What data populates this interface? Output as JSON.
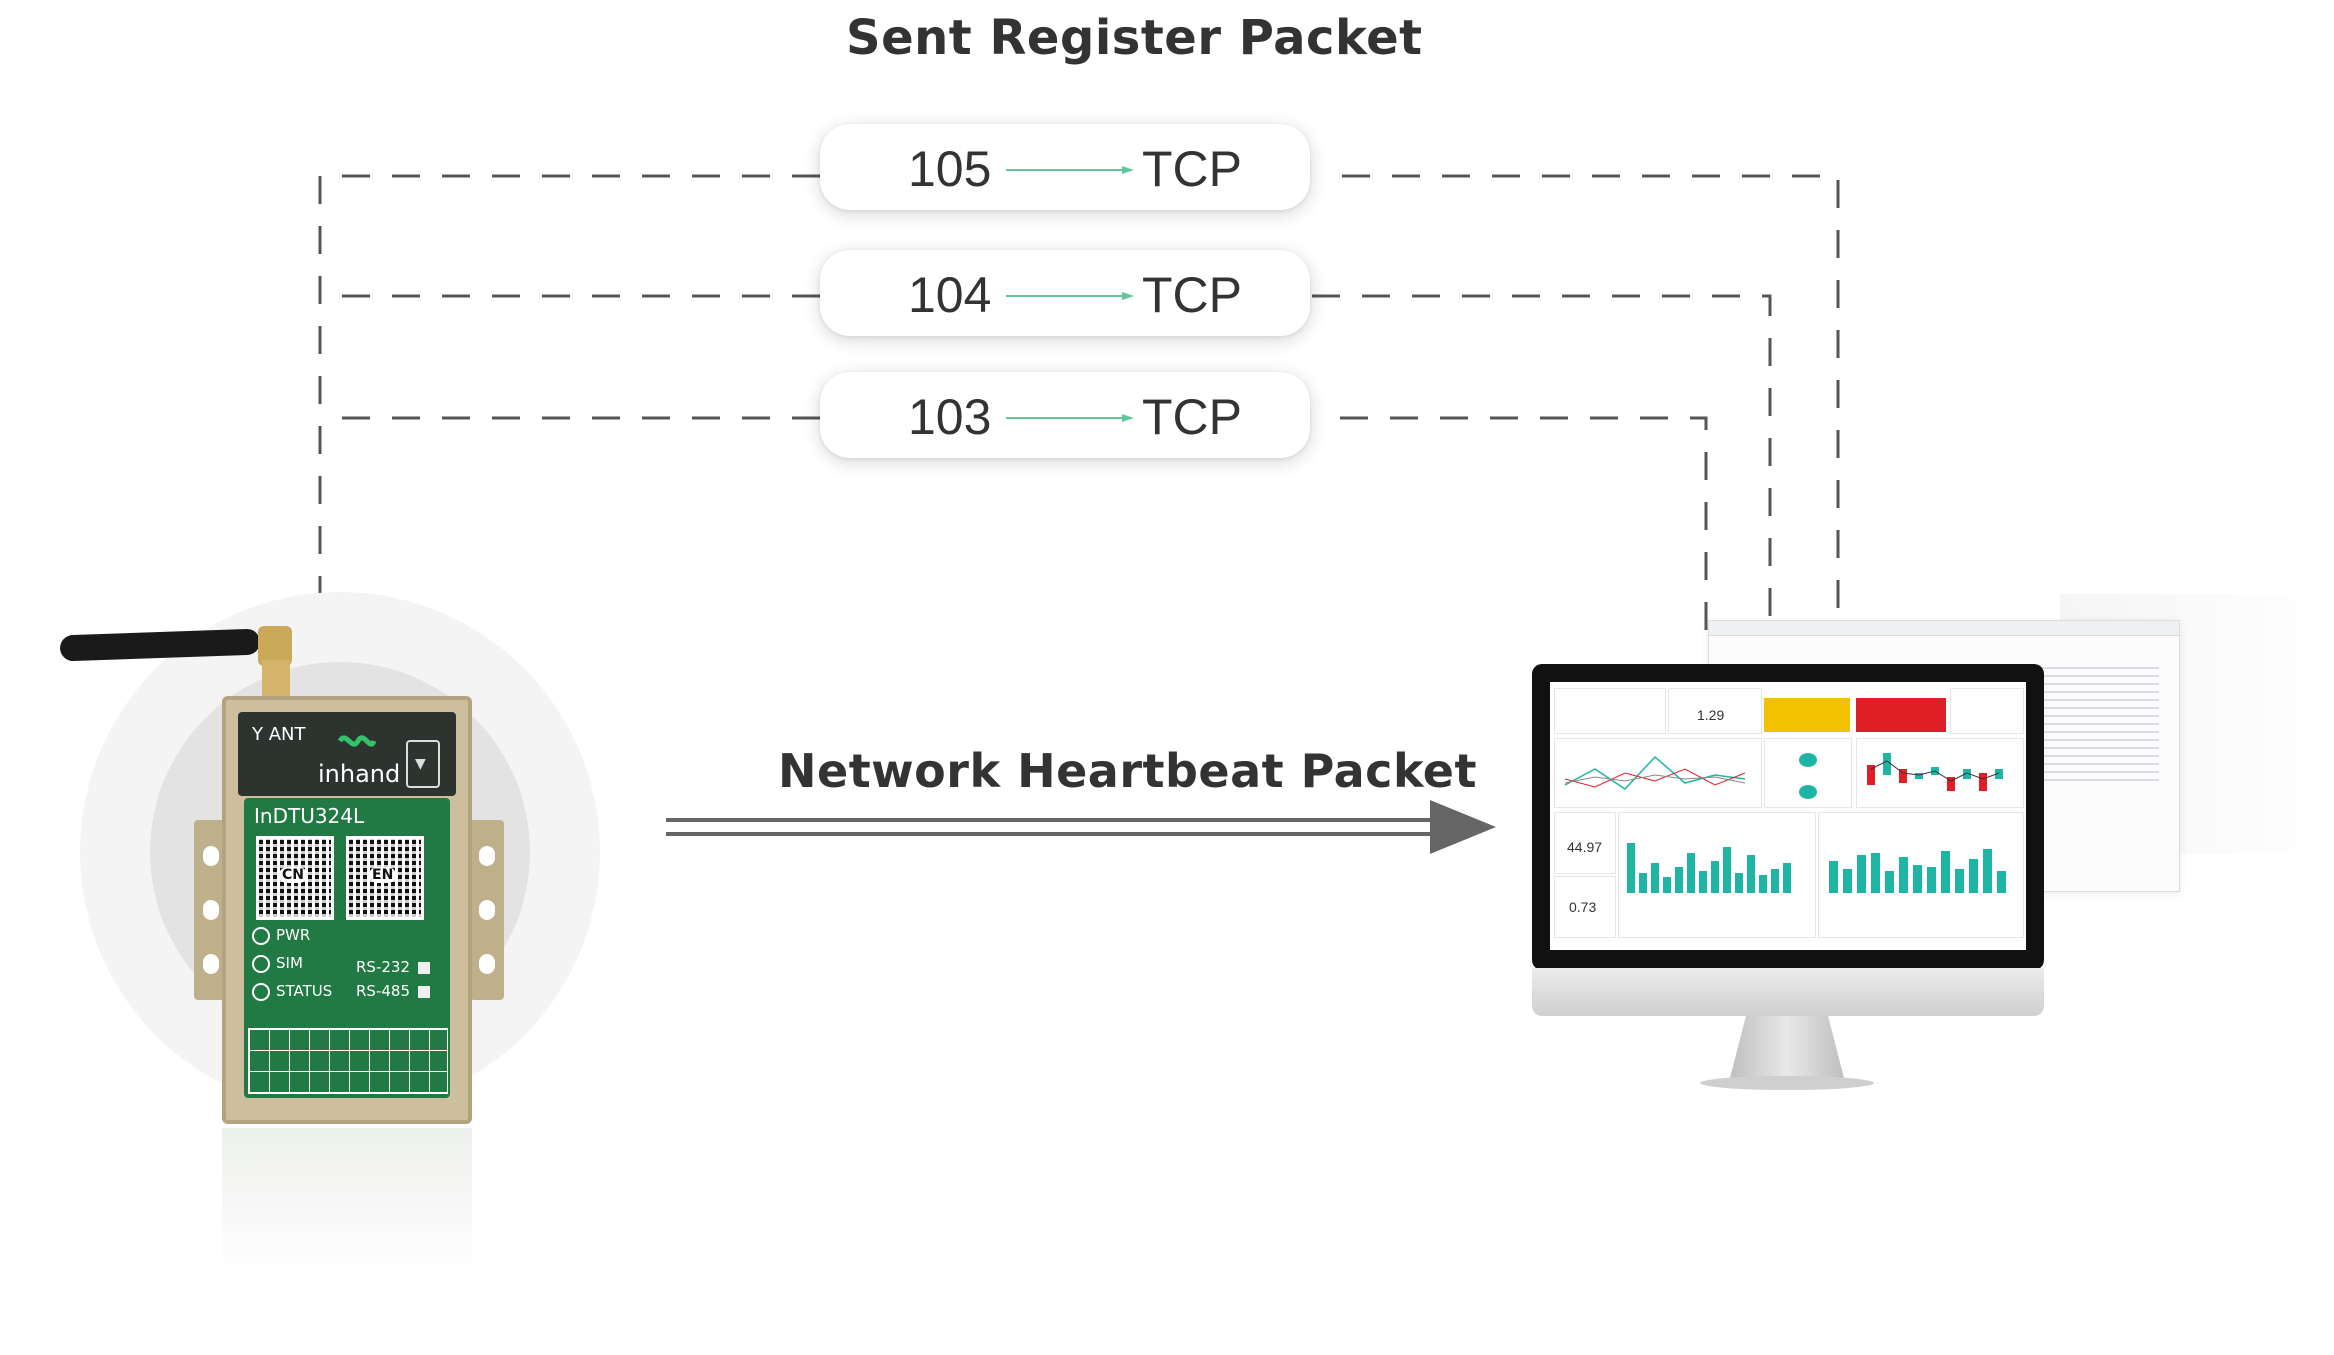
{
  "title_register": "Sent Register Packet",
  "title_heartbeat": "Network Heartbeat Packet",
  "packets": [
    {
      "id": "105",
      "protocol": "TCP"
    },
    {
      "id": "104",
      "protocol": "TCP"
    },
    {
      "id": "103",
      "protocol": "TCP"
    }
  ],
  "device": {
    "antenna_label": "ANT",
    "brand": "inhand",
    "model": "InDTU324L",
    "qr_labels": [
      "CN",
      "EN"
    ],
    "leds": [
      "PWR",
      "SIM",
      "STATUS"
    ],
    "ports": [
      "RS-232",
      "RS-485"
    ]
  },
  "dashboard": {
    "kpi_values": [
      "1.29",
      "44.97",
      "0.73"
    ]
  },
  "colors": {
    "arrow_green": "#5fc79a",
    "dash_gray": "#555555",
    "heartbeat_arrow": "#666666",
    "device_green": "#217a43",
    "chart_teal": "#1fb5a5",
    "kpi_yellow": "#f2c200",
    "kpi_red": "#e01e25"
  }
}
